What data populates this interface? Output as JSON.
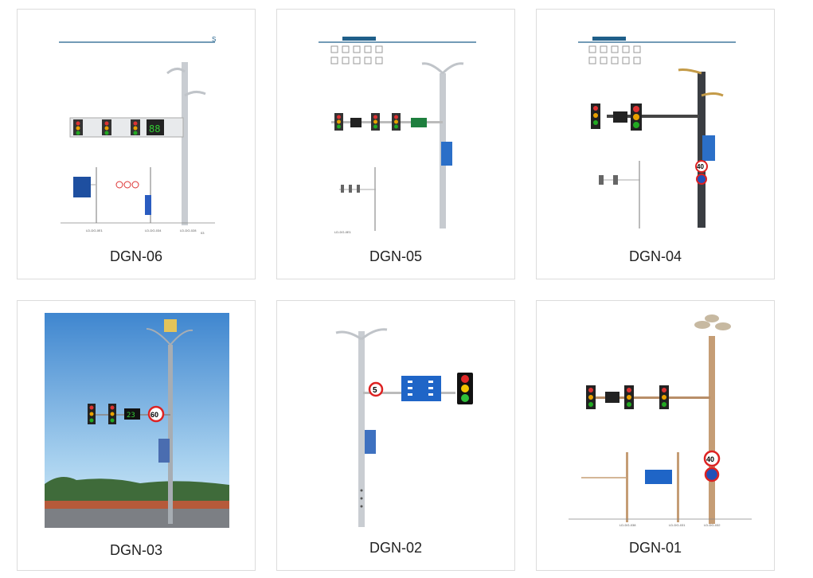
{
  "products": [
    {
      "label": "DGN-06",
      "image_texts": [
        "LD-DG-0E1",
        "LD-DG-034",
        "LD-DG-028",
        "03"
      ]
    },
    {
      "label": "DGN-05",
      "image_texts": [
        "LD-DG-0E1"
      ]
    },
    {
      "label": "DGN-04",
      "image_texts": [
        "40"
      ]
    },
    {
      "label": "DGN-03",
      "image_texts": [
        "23",
        "60"
      ]
    },
    {
      "label": "DGN-02",
      "image_texts": [
        "5"
      ]
    },
    {
      "label": "DGN-01",
      "image_texts": [
        "40",
        "LD-DG-038",
        "LD-DG-031",
        "LD-DG-032"
      ]
    }
  ]
}
